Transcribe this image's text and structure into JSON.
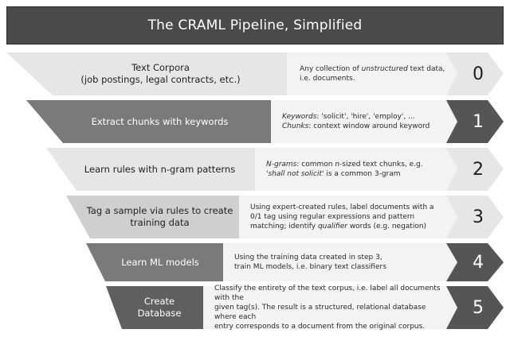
{
  "title": "The CRAML Pipeline, Simplified",
  "steps": [
    {
      "number": "0",
      "label_lines": [
        "Text Corpora",
        "(job postings, legal contracts, etc.)"
      ],
      "description_html": "Any collection of <i>unstructured</i> text data,<br>i.e. documents."
    },
    {
      "number": "1",
      "label_lines": [
        "Extract chunks with keywords"
      ],
      "description_html": "<i>Keywords</i>: 'solicit', 'hire', 'employ', ...<br><i>Chunks</i>: context window around keyword"
    },
    {
      "number": "2",
      "label_lines": [
        "Learn rules with n-gram patterns"
      ],
      "description_html": "<i>N-grams</i>: common <i>n</i>-sized text chunks, e.g.<br>'<i>shall not solicit</i>' is a common 3-gram"
    },
    {
      "number": "3",
      "label_lines": [
        "Tag a sample via rules to create",
        "training data"
      ],
      "description_html": "Using expert-created rules, label documents with a<br>0/1 tag using regular expressions and pattern<br>matching; identify <i>qualifier</i> words (e.g. negation)"
    },
    {
      "number": "4",
      "label_lines": [
        "Learn ML models"
      ],
      "description_html": "Using the training data created in step 3,<br>train ML models, i.e. binary text classifiers"
    },
    {
      "number": "5",
      "label_lines": [
        "Create",
        "Database"
      ],
      "description_html": "Classify the entirety of the text corpus, i.e. label all documents with the<br>given tag(s). The result is a structured, relational database where each<br>entry corresponds to a document from the original corpus."
    }
  ]
}
